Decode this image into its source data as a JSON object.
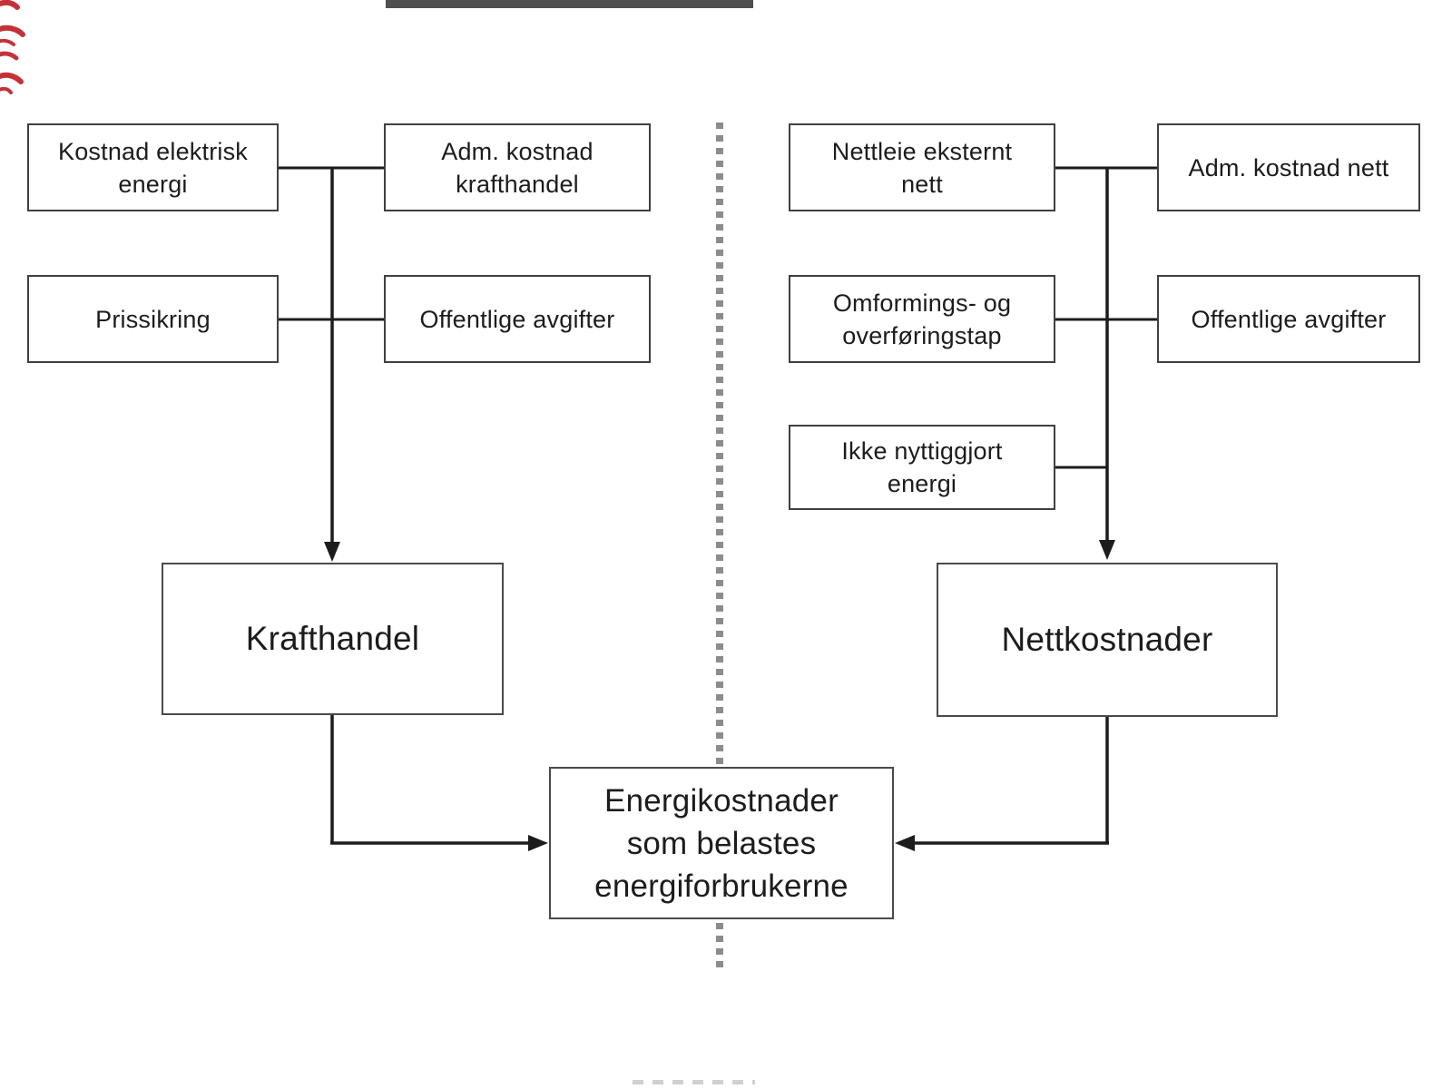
{
  "diagram_title": "",
  "boxes": {
    "kostnad_elektrisk": "Kostnad elektrisk\nenergi",
    "adm_krafthandel": "Adm. kostnad\nkrafthandel",
    "prissikring": "Prissikring",
    "offentlige_avgifter_left": "Offentlige avgifter",
    "krafthandel": "Krafthandel",
    "nettleie_eksternt_nett": "Nettleie eksternt\nnett",
    "adm_kostnad_nett": "Adm. kostnad nett",
    "omformings_overforingstap": "Omformings- og\noverføringstap",
    "offentlige_avgifter_right": "Offentlige avgifter",
    "ikke_nyttiggjort_energi": "Ikke nyttiggjort\nenergi",
    "nettkostnader": "Nettkostnader",
    "energikostnader": "Energikostnader\nsom belastes\nenergiforbrukerne"
  },
  "colors": {
    "background": "#ffffff",
    "line": "#1c1c1c",
    "box_border": "#404040",
    "big_box_border": "#4a4a4a",
    "text": "#1c1c1c",
    "divider": "#8c8c8c",
    "red_mark": "#c1272d",
    "top_bar": "#4f4f4f",
    "faint_fragment": "#c4c4c4"
  }
}
